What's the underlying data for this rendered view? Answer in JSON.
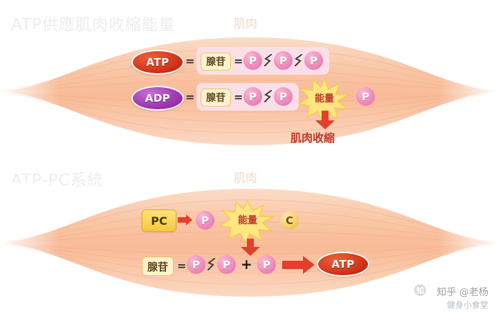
{
  "sections": [
    {
      "title": "ATP供應肌肉收縮能量",
      "muscle_label": "肌肉",
      "rows": [
        {
          "molecule": "ATP",
          "equals": "=",
          "adenosine": "腺苷",
          "bond": "=",
          "phosphates": [
            "P",
            "P",
            "P"
          ]
        },
        {
          "molecule": "ADP",
          "equals": "=",
          "adenosine": "腺苷",
          "bond": "=",
          "phosphates": [
            "P",
            "P"
          ],
          "energy_label": "能量",
          "free_phosphate": "P",
          "result_label": "肌肉收縮"
        }
      ]
    },
    {
      "title": "ATP-PC系統",
      "muscle_label": "肌肉",
      "rows": [
        {
          "pc_label": "PC",
          "phosphate": "P",
          "energy_label": "能量",
          "creatine": "C"
        },
        {
          "adenosine": "腺苷",
          "equals": "=",
          "phosphates": [
            "P",
            "P"
          ],
          "plus": "+",
          "free_phosphate": "P",
          "product": "ATP"
        }
      ]
    }
  ],
  "watermark": {
    "site": "知乎 @老杨",
    "account": "健身小食堂",
    "logo_glyph": "知"
  },
  "colors": {
    "atp_red": "#d5391d",
    "adp_purple": "#a33ab5",
    "phosphate_pink": "#ef8dbd",
    "pink_box": "#fbdfe6",
    "adenosine_yellow": "#fff2cf",
    "pc_yellow": "#f3c93d",
    "energy_burst": "#ffe680",
    "arrow_red": "#e0402c",
    "muscle_peach": "#f9c9ad",
    "title_grey": "#ededed"
  }
}
